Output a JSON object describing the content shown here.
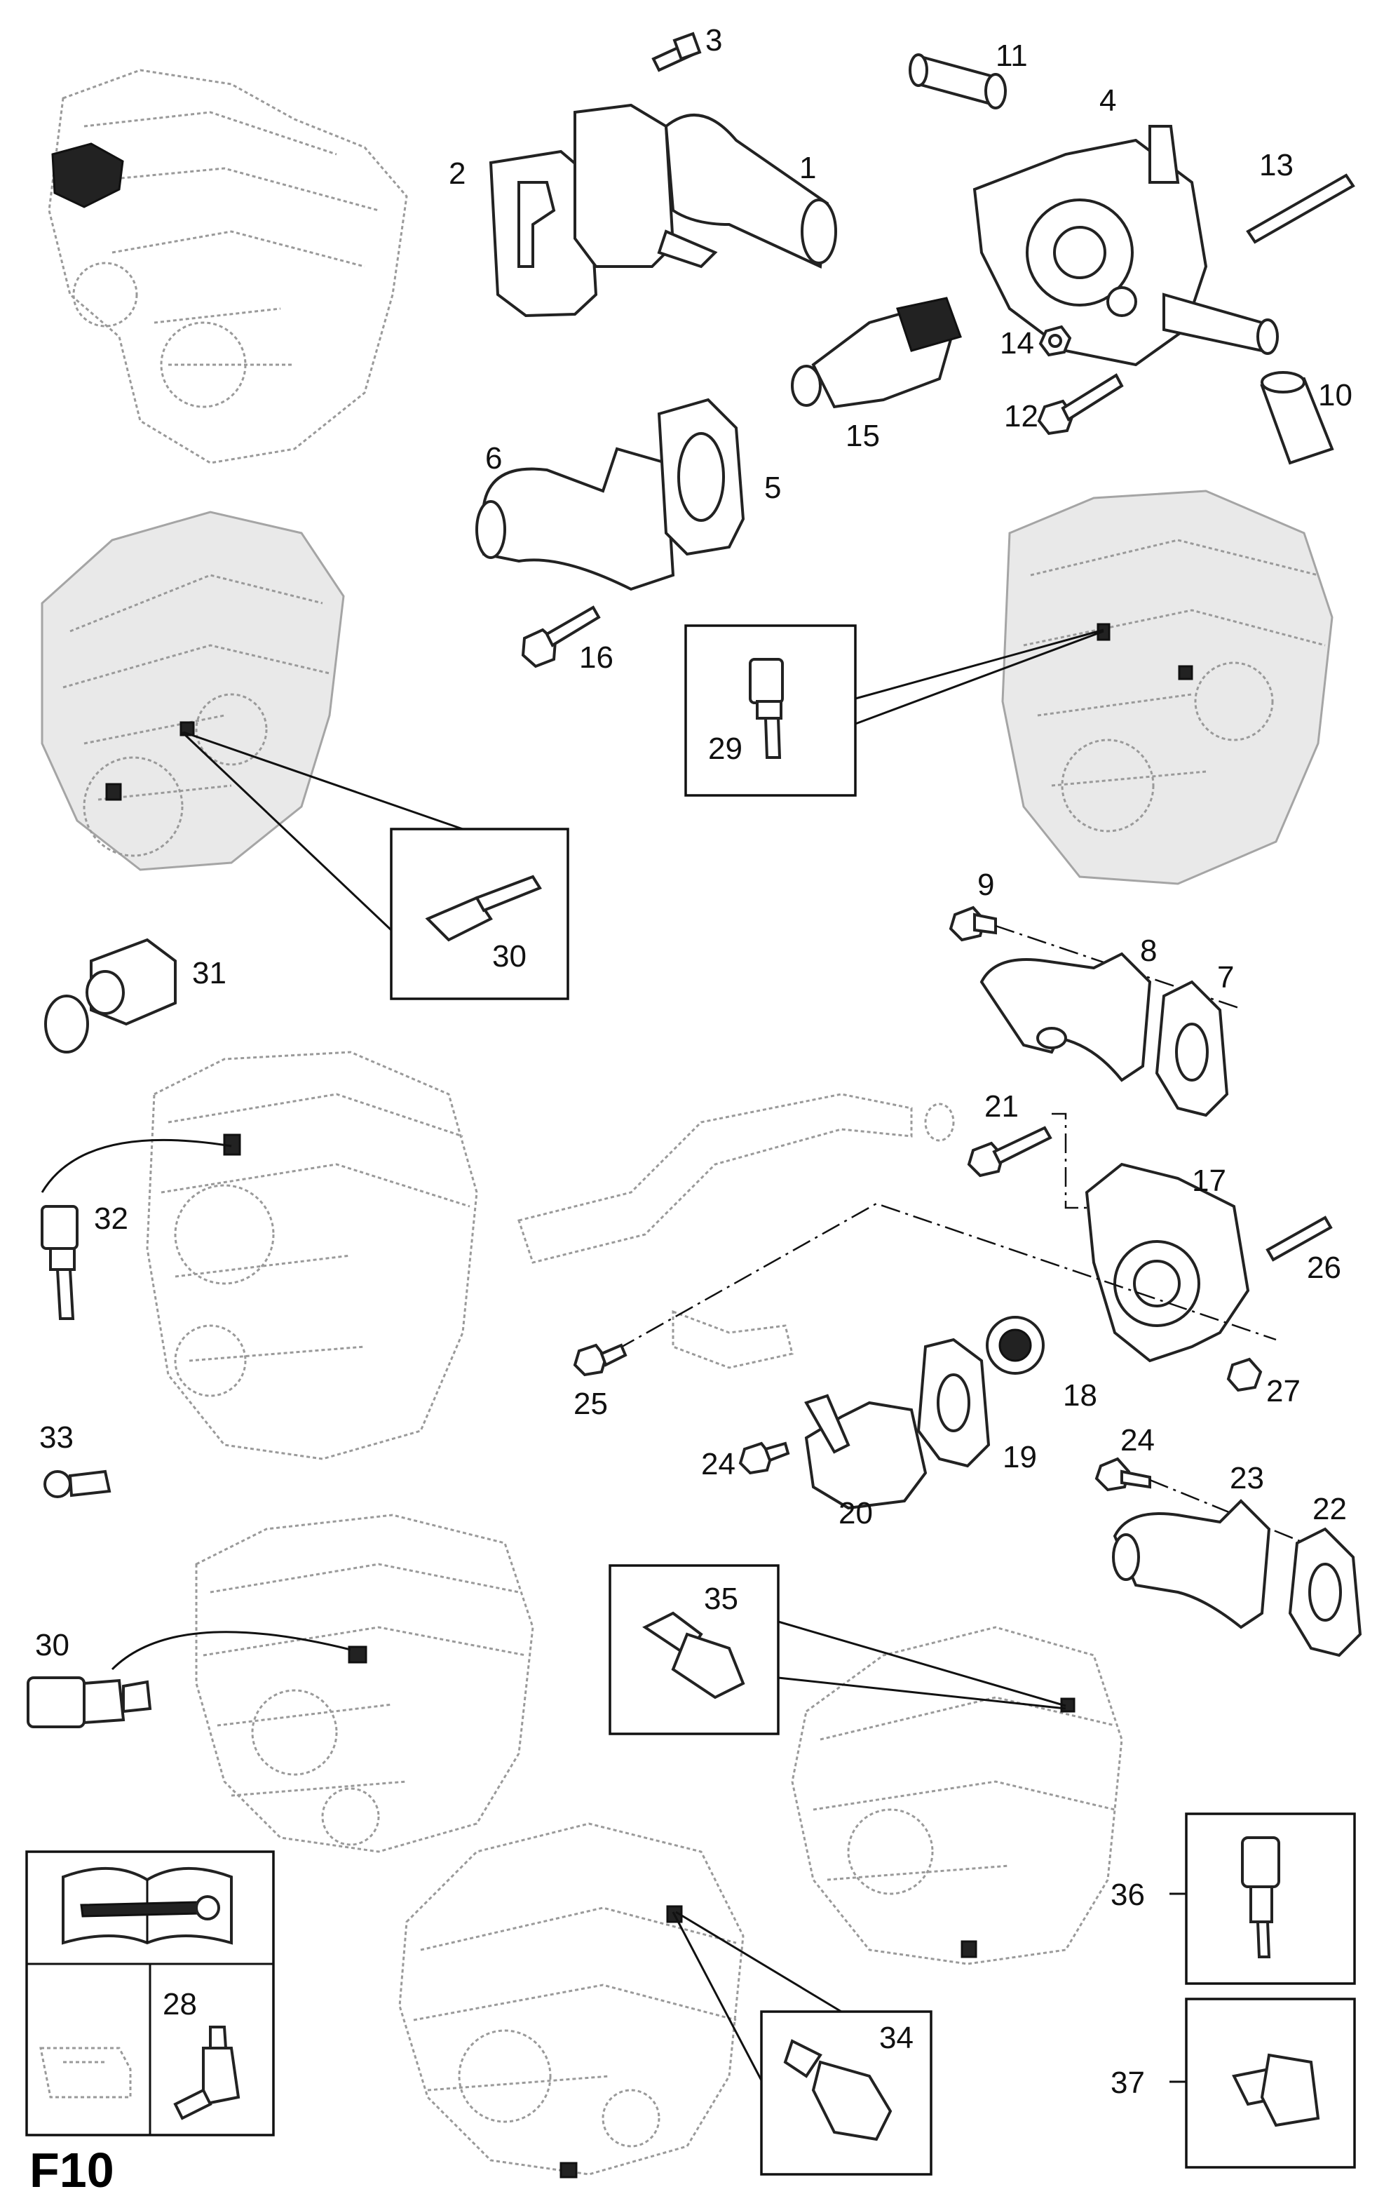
{
  "figure_id": "F10",
  "callouts": [
    "1",
    "2",
    "3",
    "4",
    "5",
    "6",
    "7",
    "8",
    "9",
    "10",
    "11",
    "12",
    "13",
    "14",
    "15",
    "16",
    "17",
    "18",
    "19",
    "20",
    "21",
    "22",
    "23",
    "24",
    "24",
    "25",
    "26",
    "27",
    "28",
    "29",
    "30",
    "30",
    "31",
    "32",
    "33",
    "34",
    "35",
    "36",
    "37"
  ],
  "legend_box": {
    "label": "28"
  },
  "icons": [
    "manual-book-wrench-icon",
    "oil-tray-icon",
    "sealant-bottle-icon"
  ]
}
